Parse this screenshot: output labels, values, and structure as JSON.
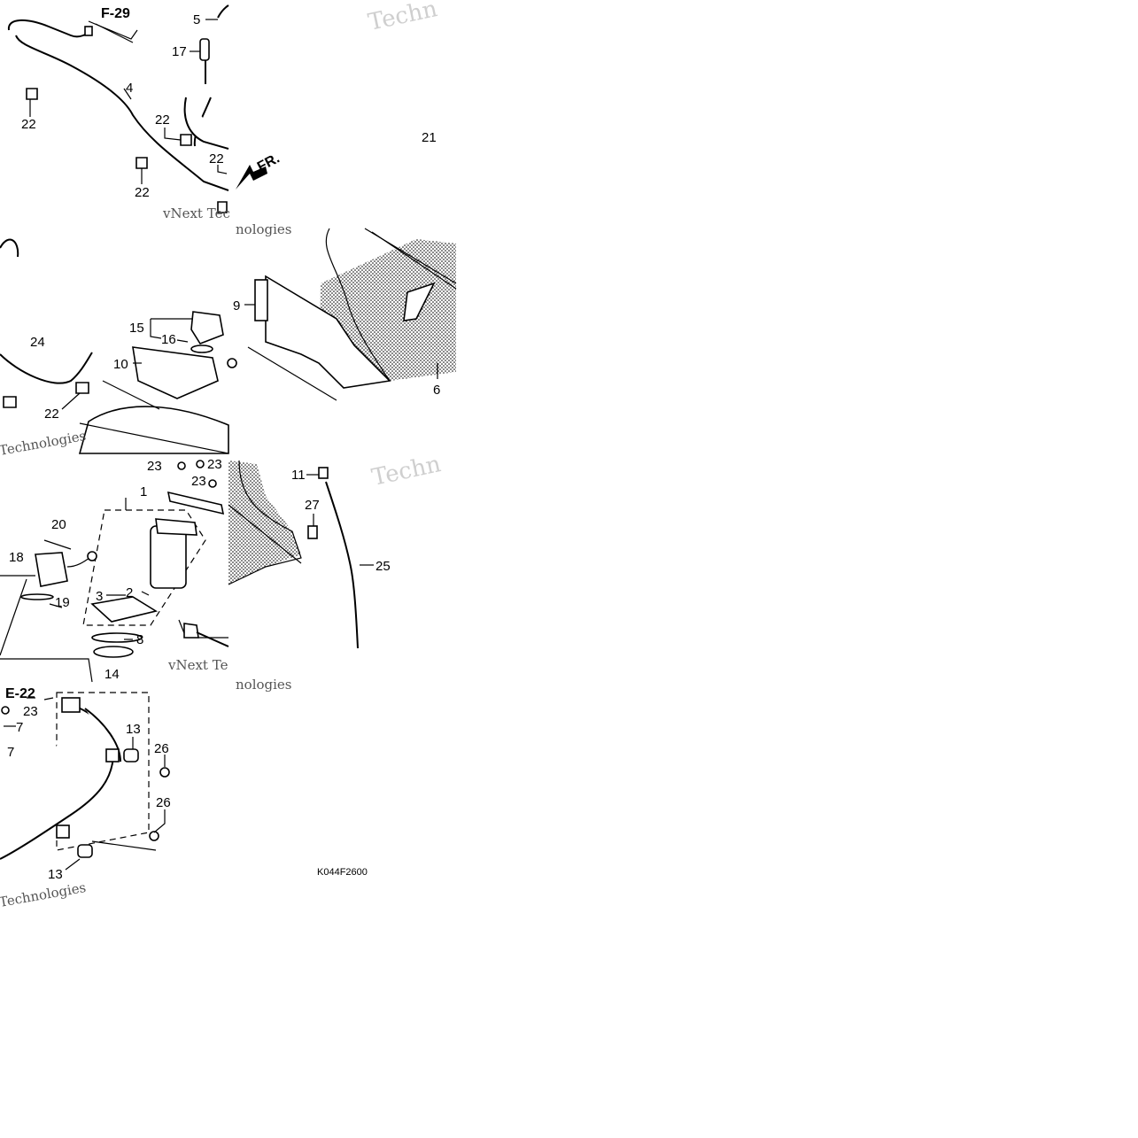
{
  "diagram": {
    "code": "K044F2600",
    "direction_label": "FR.",
    "references": [
      "F-29",
      "E-22"
    ],
    "watermarks": [
      "Techn",
      "vNext Tec",
      "nologies",
      "Technologies",
      "Techn",
      "vNext Te",
      "nologies",
      "Technologies"
    ],
    "callouts": [
      {
        "id": "c1",
        "text": "1"
      },
      {
        "id": "c2",
        "text": "2"
      },
      {
        "id": "c3",
        "text": "3"
      },
      {
        "id": "c4",
        "text": "4"
      },
      {
        "id": "c5",
        "text": "5"
      },
      {
        "id": "c6",
        "text": "6"
      },
      {
        "id": "c7a",
        "text": "7"
      },
      {
        "id": "c7b",
        "text": "7"
      },
      {
        "id": "c8",
        "text": "8"
      },
      {
        "id": "c9",
        "text": "9"
      },
      {
        "id": "c10",
        "text": "10"
      },
      {
        "id": "c11",
        "text": "11"
      },
      {
        "id": "c13a",
        "text": "13"
      },
      {
        "id": "c13b",
        "text": "13"
      },
      {
        "id": "c14",
        "text": "14"
      },
      {
        "id": "c15",
        "text": "15"
      },
      {
        "id": "c16",
        "text": "16"
      },
      {
        "id": "c17",
        "text": "17"
      },
      {
        "id": "c18",
        "text": "18"
      },
      {
        "id": "c19",
        "text": "19"
      },
      {
        "id": "c20",
        "text": "20"
      },
      {
        "id": "c21",
        "text": "21"
      },
      {
        "id": "c22a",
        "text": "22"
      },
      {
        "id": "c22b",
        "text": "22"
      },
      {
        "id": "c22c",
        "text": "22"
      },
      {
        "id": "c22d",
        "text": "22"
      },
      {
        "id": "c22e",
        "text": "22"
      },
      {
        "id": "c23a",
        "text": "23"
      },
      {
        "id": "c23b",
        "text": "23"
      },
      {
        "id": "c23c",
        "text": "23"
      },
      {
        "id": "c23d",
        "text": "23"
      },
      {
        "id": "c24",
        "text": "24"
      },
      {
        "id": "c25",
        "text": "25"
      },
      {
        "id": "c26a",
        "text": "26"
      },
      {
        "id": "c26b",
        "text": "26"
      },
      {
        "id": "c27",
        "text": "27"
      }
    ]
  }
}
